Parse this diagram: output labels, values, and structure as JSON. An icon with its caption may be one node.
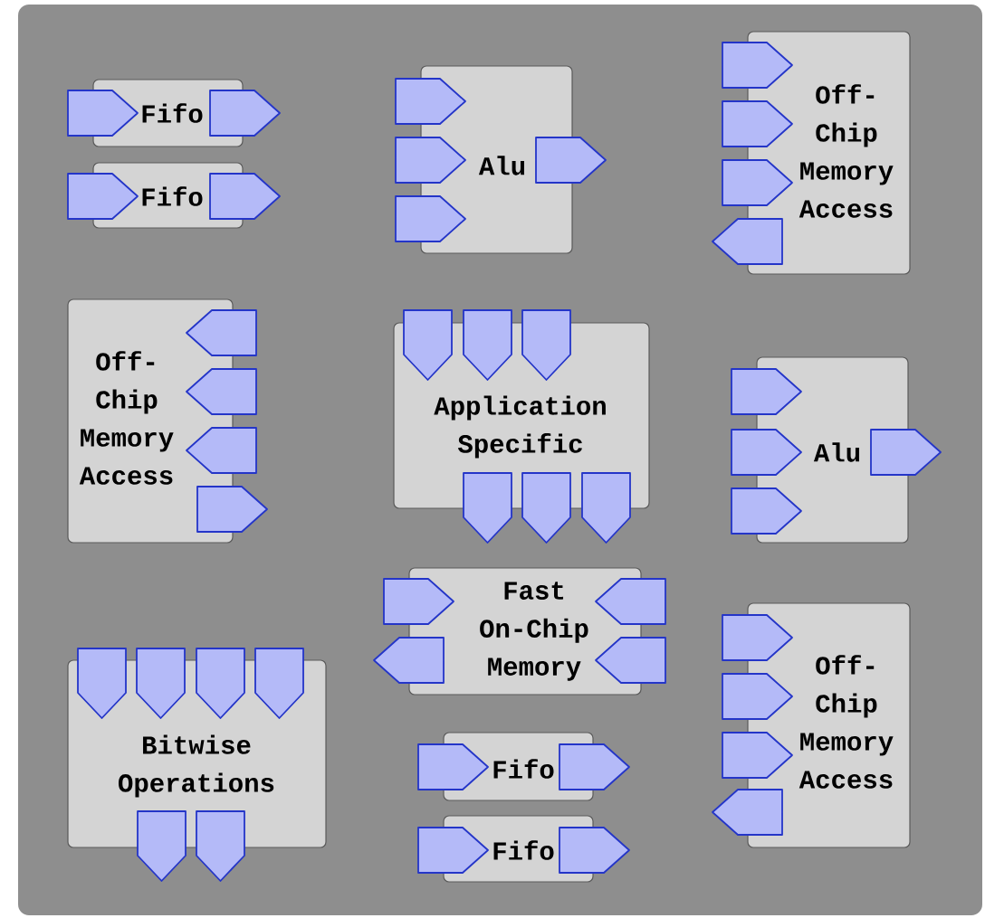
{
  "diagram": {
    "nodes": [
      {
        "text": [
          "Fifo"
        ]
      },
      {
        "text": [
          "Fifo"
        ]
      },
      {
        "text": [
          "Alu"
        ]
      },
      {
        "text": [
          "Off-Chip Memory Access"
        ]
      },
      {
        "text": [
          "Off-Chip Memory Access"
        ]
      },
      {
        "text": [
          "Application Specific"
        ]
      },
      {
        "text": [
          "Alu"
        ]
      },
      {
        "text": [
          "Fast On-Chip Memory"
        ]
      },
      {
        "text": [
          "Bitwise Operations"
        ]
      },
      {
        "text": [
          "Fifo"
        ]
      },
      {
        "text": [
          "Fifo"
        ]
      },
      {
        "text": [
          "Off-Chip Memory Access"
        ]
      }
    ]
  }
}
